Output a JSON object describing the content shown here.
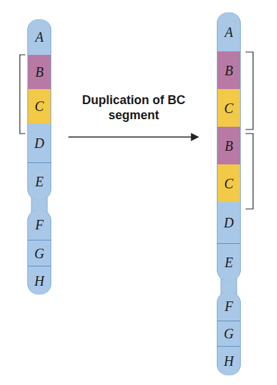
{
  "diagram": {
    "nodes": [
      {
        "text": [
          "A"
        ]
      },
      {
        "text": [
          "B"
        ]
      },
      {
        "text": [
          "C"
        ]
      },
      {
        "text": [
          "D"
        ]
      },
      {
        "text": [
          "E"
        ]
      },
      {
        "text": [
          "F"
        ]
      },
      {
        "text": [
          "G"
        ]
      },
      {
        "text": [
          "H"
        ]
      },
      {
        "text": [
          "A"
        ]
      },
      {
        "text": [
          "B"
        ]
      },
      {
        "text": [
          "C"
        ]
      },
      {
        "text": [
          "B"
        ]
      },
      {
        "text": [
          "C"
        ]
      },
      {
        "text": [
          "D"
        ]
      },
      {
        "text": [
          "E"
        ]
      },
      {
        "text": [
          "F"
        ]
      },
      {
        "text": [
          "G"
        ]
      },
      {
        "text": [
          "H"
        ]
      }
    ],
    "labels": [
      "Duplication of BC segment"
    ]
  }
}
